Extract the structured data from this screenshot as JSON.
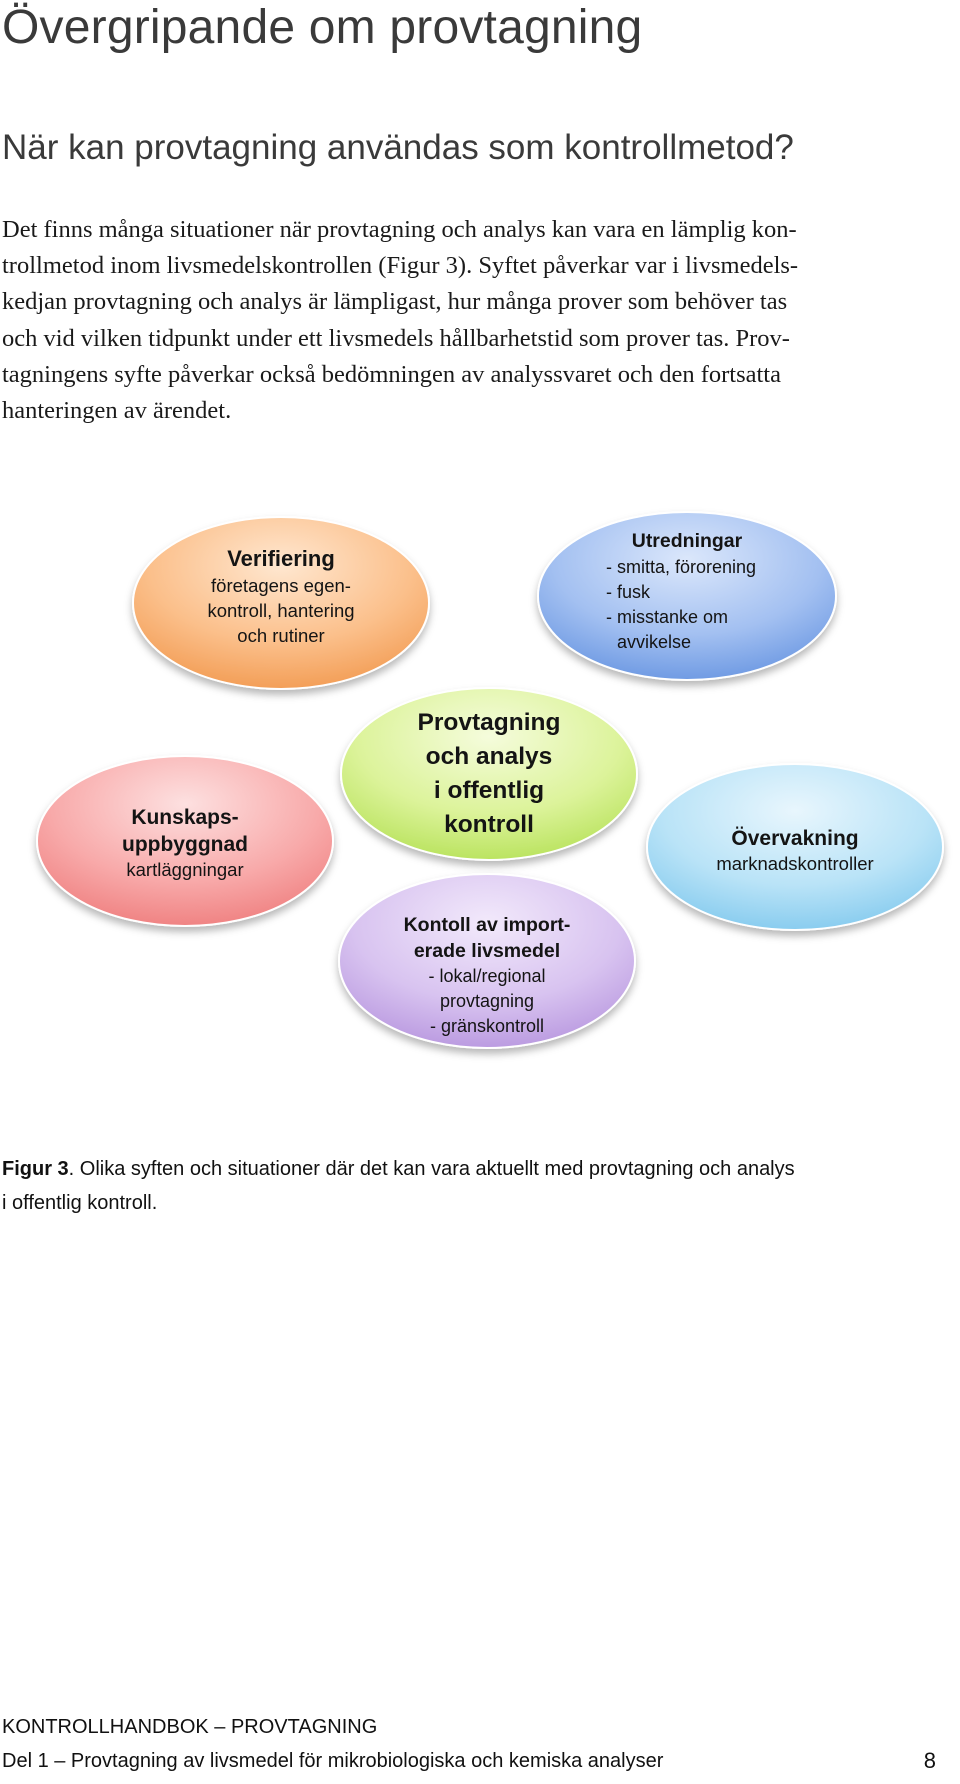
{
  "page": {
    "title": "Övergripande om provtagning",
    "subtitle": "När kan provtagning användas som kontrollmetod?",
    "body_lines": [
      "Det finns många situationer när provtagning och analys kan vara en lämplig kon-",
      "trollmetod inom livsmedelskontrollen (Figur 3). Syftet påverkar var i livsmedels-",
      "kedjan provtagning och analys är lämpligast, hur många prover som behöver tas",
      "och vid vilken tidpunkt under ett livsmedels hållbarhetstid som prover tas. Prov-",
      "tagningens syfte påverkar också bedömningen av analyssvaret och den fortsatta",
      "hanteringen av ärendet."
    ]
  },
  "figure": {
    "ovals": {
      "verifiering": {
        "heading": "Verifiering",
        "lines": [
          "företagens egen-",
          "kontroll, hantering",
          "och rutiner"
        ],
        "color": "#f6a562"
      },
      "utredningar": {
        "heading": "Utredningar",
        "lines": [
          "- smitta, förorening",
          "- fusk",
          "- misstanke om",
          "avvikelse"
        ],
        "color": "#6f9be3"
      },
      "center": {
        "lines": [
          "Provtagning",
          "och analys",
          "i offentlig",
          "kontroll"
        ],
        "color": "#c4ea6c"
      },
      "kunskap": {
        "lines": [
          "Kunskaps-",
          "uppbyggnad"
        ],
        "sub": "kartläggningar",
        "color": "#f48a8a"
      },
      "overvakning": {
        "heading": "Övervakning",
        "sub": "marknadskontroller",
        "color": "#8ed0f0"
      },
      "import": {
        "lines": [
          "Kontoll av import-",
          "erade livsmedel"
        ],
        "sublines": [
          "- lokal/regional",
          "provtagning",
          "- gränskontroll"
        ],
        "color": "#c3a5e3"
      }
    }
  },
  "caption": {
    "label": "Figur 3",
    "line1": ". Olika syften och situationer där det kan vara aktuellt med provtagning och analys",
    "line2": "i offentlig kontroll."
  },
  "footer": {
    "top": "KONTROLLHANDBOK – PROVTAGNING",
    "bottom": "Del 1 – Provtagning av livsmedel för mikrobiologiska och kemiska analyser",
    "page_number": "8"
  }
}
